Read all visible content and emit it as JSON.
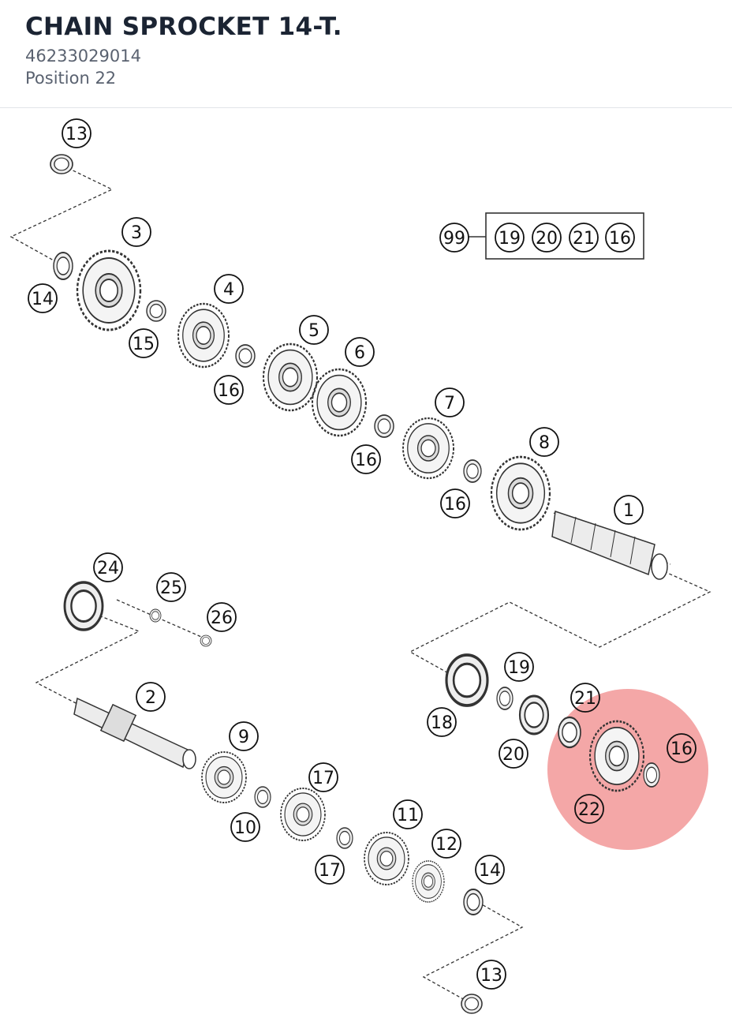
{
  "header": {
    "title": "CHAIN SPROCKET 14-T.",
    "part_number": "46233029014",
    "position": "Position 22"
  },
  "highlight": {
    "label": "22",
    "color": "#f08a8a"
  },
  "kit": {
    "label": "99",
    "members": [
      "19",
      "20",
      "21",
      "16"
    ]
  },
  "callouts": [
    "13",
    "14",
    "3",
    "15",
    "4",
    "16",
    "5",
    "6",
    "16",
    "7",
    "16",
    "8",
    "1",
    "24",
    "25",
    "26",
    "2",
    "9",
    "17",
    "10",
    "17",
    "11",
    "12",
    "14",
    "13",
    "18",
    "19",
    "20",
    "21",
    "16",
    "22"
  ]
}
